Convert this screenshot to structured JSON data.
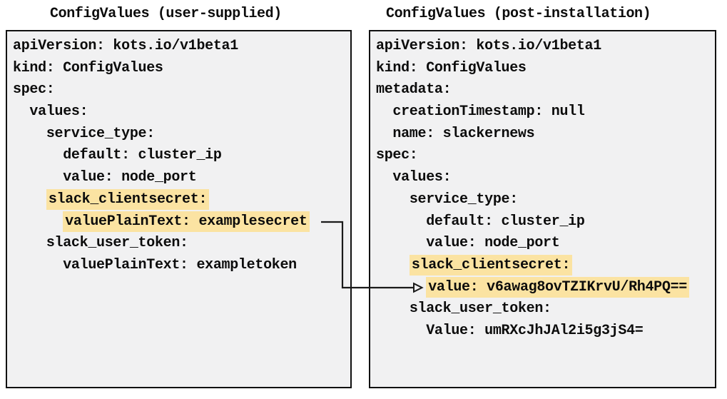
{
  "diagram": {
    "description": "Two ConfigValues YAML files compared side by side; an arrow maps the user-supplied plain-text secret to its encrypted value after installation.",
    "colors": {
      "panel_background": "#f1f1f2",
      "panel_border": "#111111",
      "highlight": "#fbe3a2",
      "text": "#0c0c0c",
      "arrow": "#1a1a1a",
      "page_background": "#ffffff"
    }
  },
  "panels": [
    {
      "title": "ConfigValues (user-supplied)",
      "lines": [
        {
          "indent": 0,
          "text": "apiVersion: kots.io/v1beta1",
          "highlight": false
        },
        {
          "indent": 0,
          "text": "kind: ConfigValues",
          "highlight": false
        },
        {
          "indent": 0,
          "text": "spec:",
          "highlight": false
        },
        {
          "indent": 2,
          "text": "values:",
          "highlight": false
        },
        {
          "indent": 4,
          "text": "service_type:",
          "highlight": false
        },
        {
          "indent": 6,
          "text": "default: cluster_ip",
          "highlight": false
        },
        {
          "indent": 6,
          "text": "value: node_port",
          "highlight": false
        },
        {
          "indent": 4,
          "text": "slack_clientsecret:",
          "highlight": true
        },
        {
          "indent": 6,
          "text": "valuePlainText: examplesecret",
          "highlight": true
        },
        {
          "indent": 4,
          "text": "slack_user_token:",
          "highlight": false
        },
        {
          "indent": 6,
          "text": "valuePlainText: exampletoken",
          "highlight": false
        }
      ]
    },
    {
      "title": "ConfigValues (post-installation)",
      "lines": [
        {
          "indent": 0,
          "text": "apiVersion: kots.io/v1beta1",
          "highlight": false
        },
        {
          "indent": 0,
          "text": "kind: ConfigValues",
          "highlight": false
        },
        {
          "indent": 0,
          "text": "metadata:",
          "highlight": false
        },
        {
          "indent": 2,
          "text": "creationTimestamp: null",
          "highlight": false
        },
        {
          "indent": 2,
          "text": "name: slackernews",
          "highlight": false
        },
        {
          "indent": 0,
          "text": "spec:",
          "highlight": false
        },
        {
          "indent": 2,
          "text": "values:",
          "highlight": false
        },
        {
          "indent": 4,
          "text": "service_type:",
          "highlight": false
        },
        {
          "indent": 6,
          "text": "default: cluster_ip",
          "highlight": false
        },
        {
          "indent": 6,
          "text": "value: node_port",
          "highlight": false
        },
        {
          "indent": 4,
          "text": "slack_clientsecret:",
          "highlight": true
        },
        {
          "indent": 6,
          "text": "value: v6awag8ovTZIKrvU/Rh4PQ==",
          "highlight": true
        },
        {
          "indent": 4,
          "text": "slack_user_token:",
          "highlight": false
        },
        {
          "indent": 6,
          "text": "Value: umRXcJhJAl2i5g3jS4=",
          "highlight": false
        }
      ]
    }
  ],
  "arrow": {
    "from": "valuePlainText: examplesecret",
    "to": "value: v6awag8ovTZIKrvU/Rh4PQ=="
  }
}
